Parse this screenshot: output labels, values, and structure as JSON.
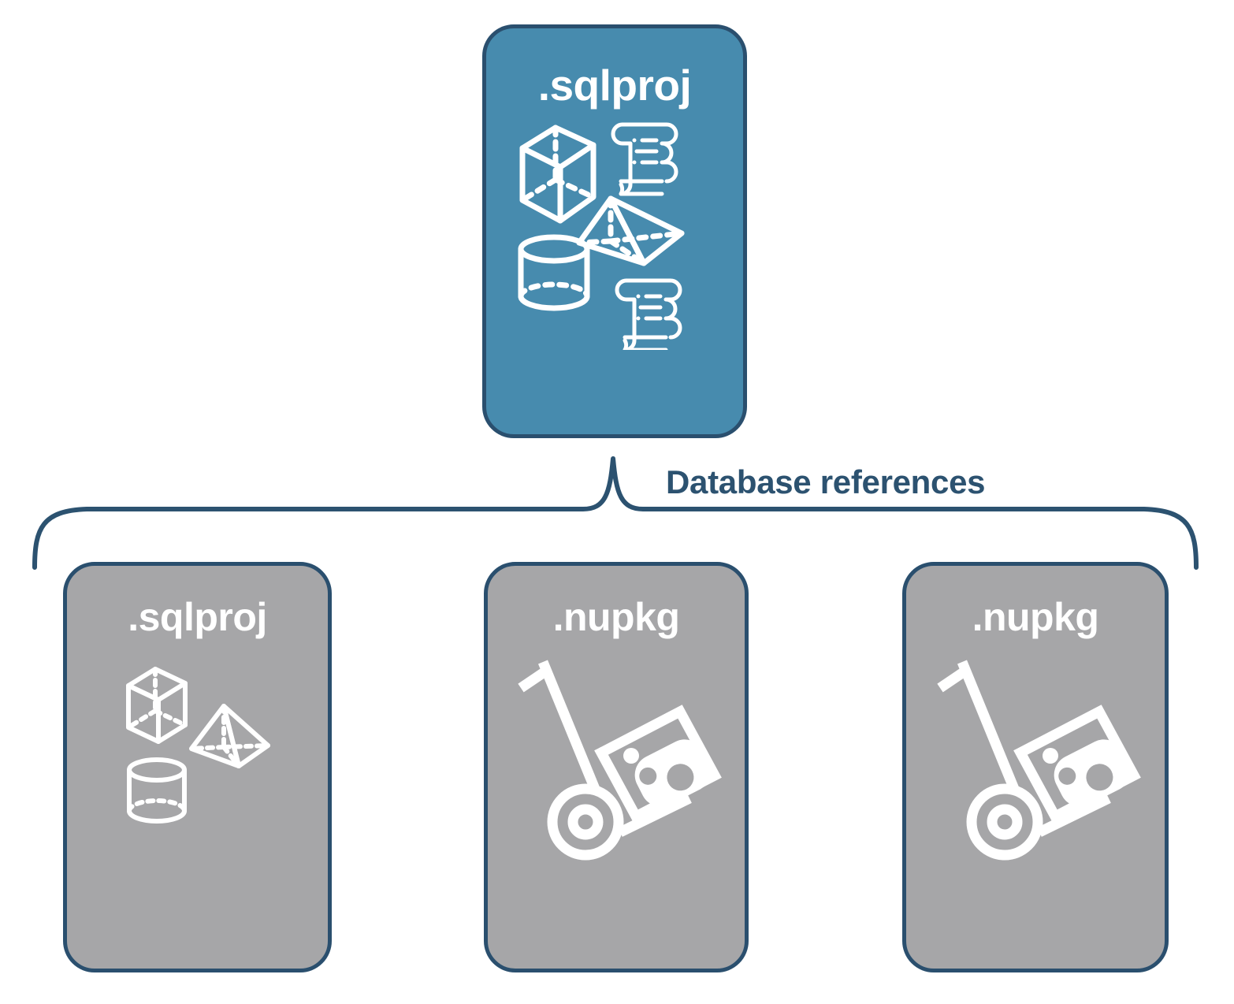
{
  "diagram": {
    "title_text": "Database references",
    "colors": {
      "primary_fill": "#478bae",
      "secondary_fill": "#a6a6a8",
      "border": "#2a4f6e",
      "label_text": "#2c5270",
      "icon": "#ffffff",
      "background": "#ffffff"
    }
  },
  "root_card": {
    "label": ".sqlproj",
    "type": "project",
    "icons": [
      "cube-wireframe-icon",
      "pyramid-wireframe-icon",
      "cylinder-wireframe-icon",
      "scroll-script-icon",
      "scroll-script-icon"
    ]
  },
  "connector": {
    "label": "Database references",
    "style": "curly-brace",
    "direction": "down"
  },
  "reference_cards": [
    {
      "label": ".sqlproj",
      "type": "project",
      "icons": [
        "cube-wireframe-icon",
        "pyramid-wireframe-icon",
        "cylinder-wireframe-icon"
      ]
    },
    {
      "label": ".nupkg",
      "type": "package",
      "icons": [
        "nuget-package-handtruck-icon"
      ]
    },
    {
      "label": ".nupkg",
      "type": "package",
      "icons": [
        "nuget-package-handtruck-icon"
      ]
    }
  ]
}
